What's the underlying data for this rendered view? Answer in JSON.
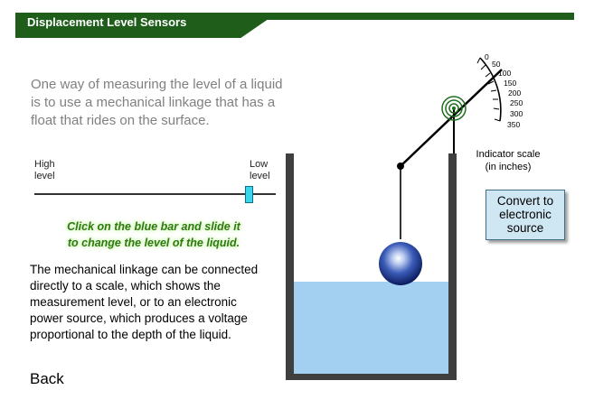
{
  "header": {
    "title": "Displacement Level Sensors"
  },
  "intro": {
    "text": "One way of measuring the level of a liquid is to use a mechanical linkage that has a float that rides on the surface."
  },
  "slider": {
    "high_label_line1": "High",
    "high_label_line2": "level",
    "low_label_line1": "Low",
    "low_label_line2": "level",
    "level_fraction": 0.88
  },
  "instruction": {
    "line1": "Click on the blue bar and slide it",
    "line2": "to change the level of the liquid."
  },
  "description": {
    "text": "The mechanical linkage can be connected directly to a scale, which shows the measurement level, or to an electronic power source, which produces a voltage proportional to the depth of the liquid."
  },
  "nav": {
    "back_label": "Back"
  },
  "convert_button": {
    "line1": "Convert to",
    "line2": "electronic",
    "line3": "source"
  },
  "indicator": {
    "label_line1": "Indicator scale",
    "label_line2": "(in inches)",
    "scale_values": [
      "0",
      "50",
      "100",
      "150",
      "200",
      "250",
      "300",
      "350"
    ]
  },
  "colors": {
    "header_green": "#1e5e1a",
    "liquid_blue": "#a3cff0",
    "knob_cyan": "#3ad7ec",
    "button_fill": "#cfe6f3",
    "instruction_green": "#2f7a10"
  }
}
